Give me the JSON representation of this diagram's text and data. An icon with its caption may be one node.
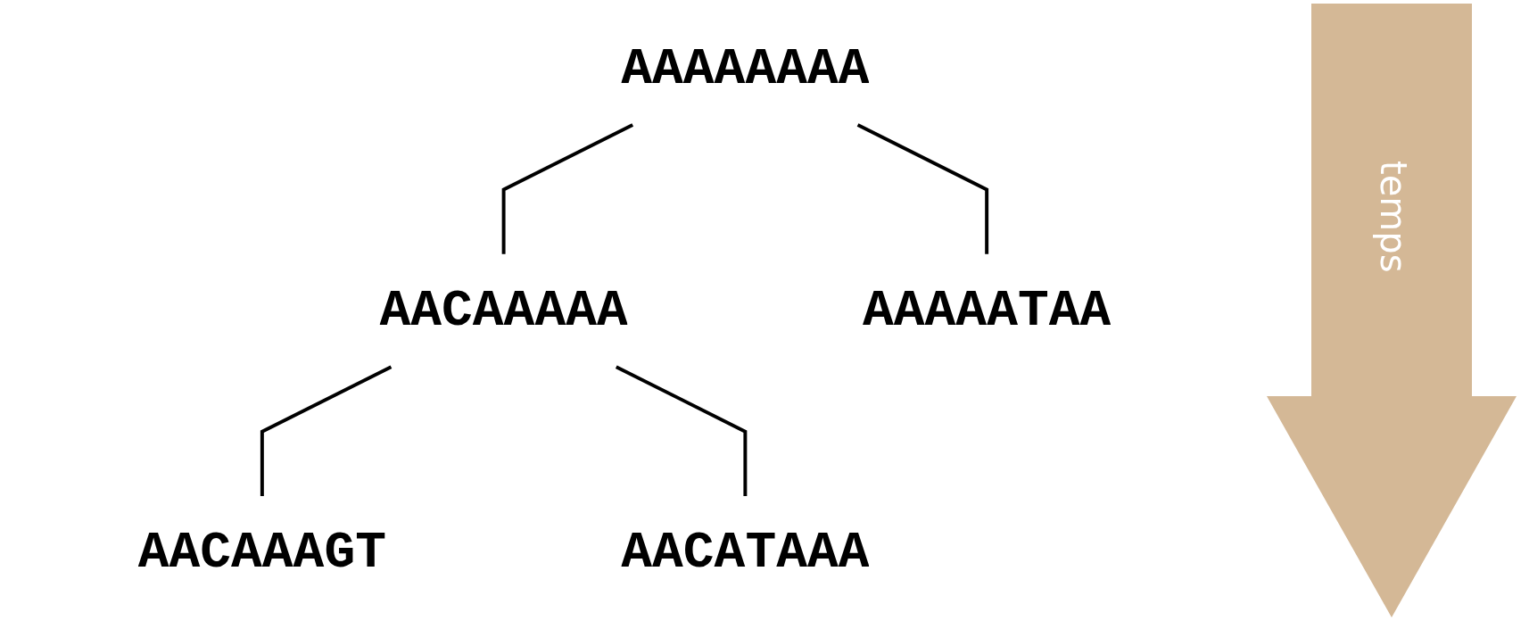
{
  "diagram": {
    "nodes": [
      {
        "text": [
          "AAAAAAAA"
        ]
      },
      {
        "text": [
          "AACAAAAA"
        ]
      },
      {
        "text": [
          "AAAAATAA"
        ]
      },
      {
        "text": [
          "AACAAAGT"
        ]
      },
      {
        "text": [
          "AACATAAA"
        ]
      }
    ],
    "edges": [
      {
        "from": 0,
        "to": 1,
        "arrow": "none"
      },
      {
        "from": 0,
        "to": 2,
        "arrow": "none"
      },
      {
        "from": 1,
        "to": 3,
        "arrow": "none"
      },
      {
        "from": 1,
        "to": 4,
        "arrow": "none"
      }
    ],
    "labels": [
      "temps"
    ]
  }
}
